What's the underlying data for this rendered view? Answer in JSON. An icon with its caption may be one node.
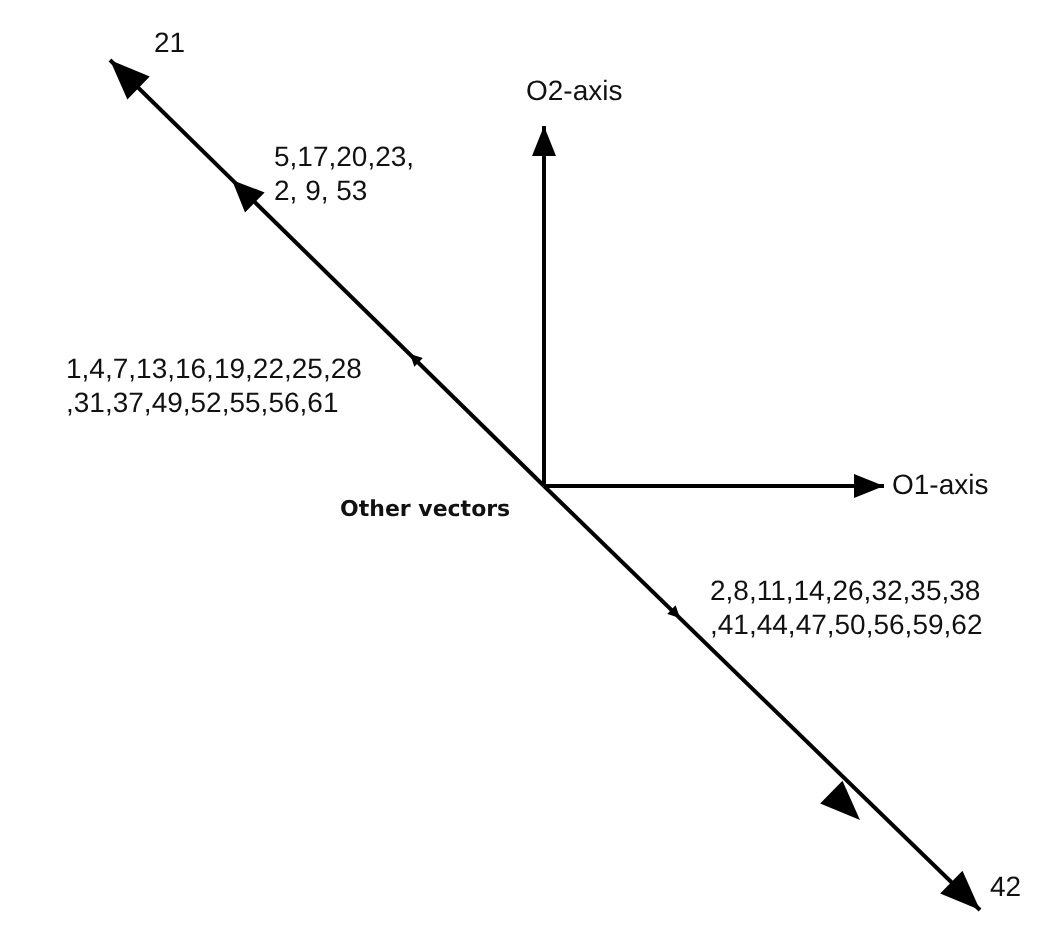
{
  "diagram": {
    "labels": [
      "21",
      "O2-axis",
      "5,17,20,23, 2, 9, 53",
      "1,4,7,13,16,19,22,25,28 ,31,37,49,52,55,56,61",
      "O1-axis",
      "Other vectors",
      "2,8,11,14,26,32,35,38 ,41,44,47,50,56,59,62",
      "42"
    ]
  }
}
